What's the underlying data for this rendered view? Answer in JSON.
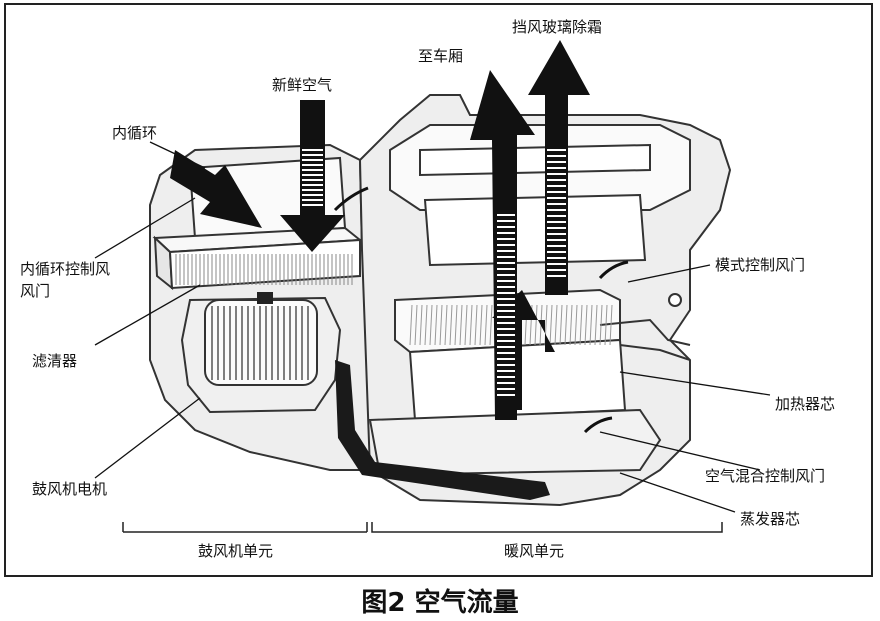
{
  "labels": {
    "fresh_air": "新鲜空气",
    "to_cabin": "至车厢",
    "windshield_defrost": "挡风玻璃除霜",
    "recirculation": "内循环",
    "recirc_door_line1": "内循环控制风",
    "recirc_door_line2": "风门",
    "mode_door": "模式控制风门",
    "filter": "滤清器",
    "heater_core": "加热器芯",
    "blower_motor": "鼓风机电机",
    "air_mix_door": "空气混合控制风门",
    "evaporator": "蒸发器芯",
    "blower_unit": "鼓风机单元",
    "heater_unit": "暖风单元"
  },
  "caption": "图2 空气流量",
  "colors": {
    "arrow": "#111111",
    "housing_stroke": "#333333",
    "housing_fill": "#f4f4f4",
    "frame": "#222222"
  }
}
